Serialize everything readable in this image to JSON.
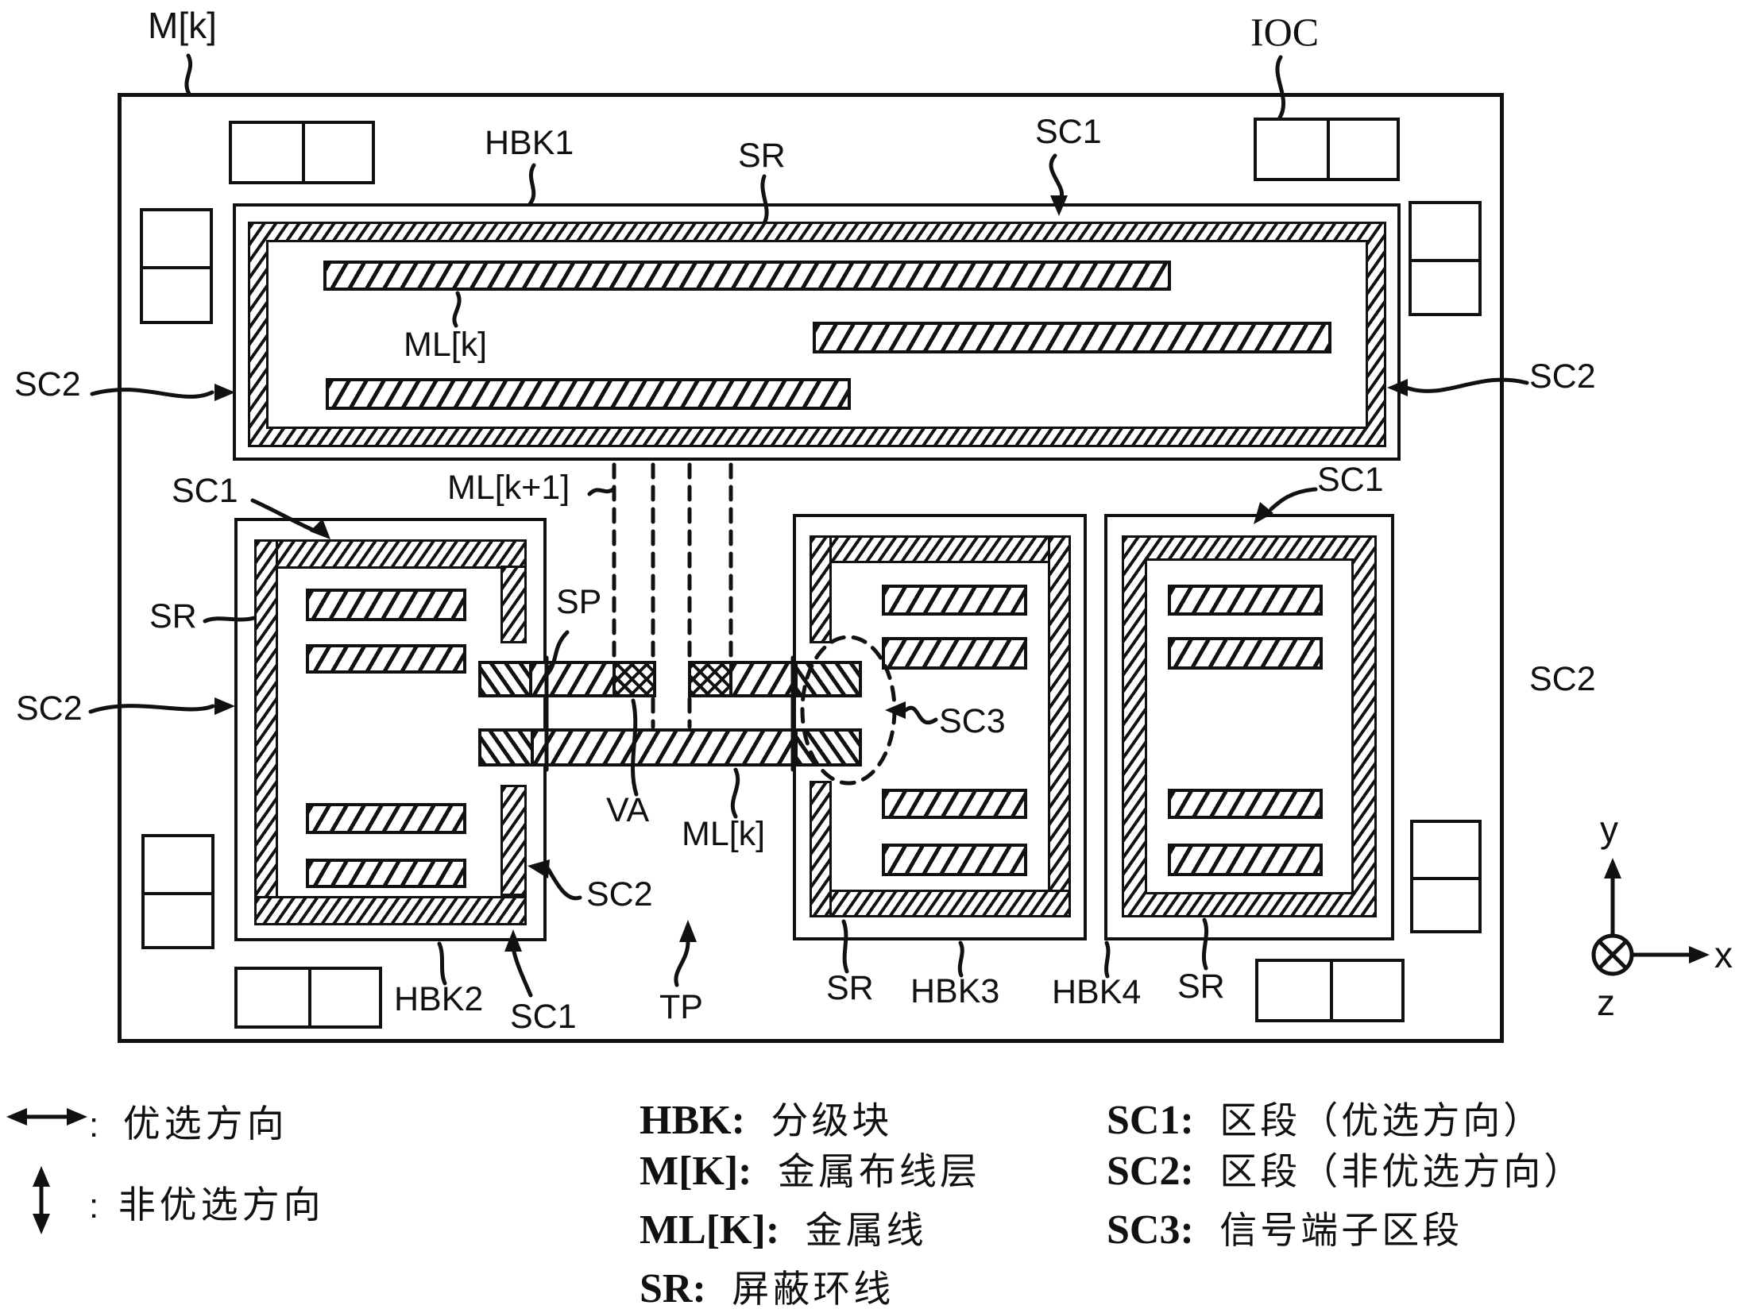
{
  "figure": {
    "labels": {
      "m_k": "M[k]",
      "ioc": "IOC",
      "hbk1": "HBK1",
      "hbk2": "HBK2",
      "hbk3": "HBK3",
      "hbk4": "HBK4",
      "sr": "SR",
      "sc1": "SC1",
      "sc2": "SC2",
      "sc3": "SC3",
      "ml_k": "ML[k]",
      "ml_k_plus_1": "ML[k+1]",
      "sp": "SP",
      "va": "VA",
      "tp": "TP"
    },
    "axes": {
      "x": "x",
      "y": "y",
      "z": "z"
    },
    "legend": {
      "directions": [
        {
          "colon": ":",
          "text": "优选方向"
        },
        {
          "colon": ":",
          "text": "非优选方向"
        }
      ],
      "abbreviations": [
        {
          "term": "HBK:",
          "definition": "分级块"
        },
        {
          "term": "M[K]:",
          "definition": "金属布线层"
        },
        {
          "term": "ML[K]:",
          "definition": "金属线"
        },
        {
          "term": "SR:",
          "definition": "屏蔽环线"
        }
      ],
      "segments": [
        {
          "term": "SC1:",
          "definition": "区段（优选方向）"
        },
        {
          "term": "SC2:",
          "definition": "区段（非优选方向）"
        },
        {
          "term": "SC3:",
          "definition": "信号端子区段"
        }
      ]
    },
    "colors": {
      "ink": "#111111",
      "paper": "#ffffff"
    }
  }
}
